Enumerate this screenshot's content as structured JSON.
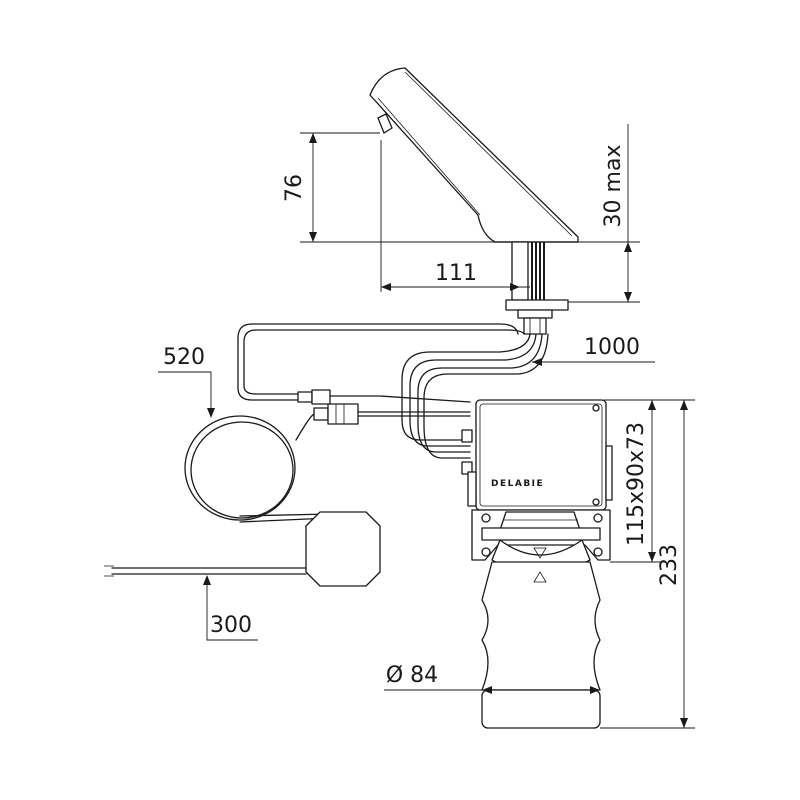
{
  "brand": "DELABIE",
  "dimensions": {
    "spout_height": "76",
    "deck_thickness": "30 max",
    "spout_reach": "111",
    "hose_length": "1000",
    "sensor_cable": "520",
    "power_lead": "300",
    "box_size": "115x90x73",
    "total_height": "233",
    "diameter": "Ø 84"
  }
}
